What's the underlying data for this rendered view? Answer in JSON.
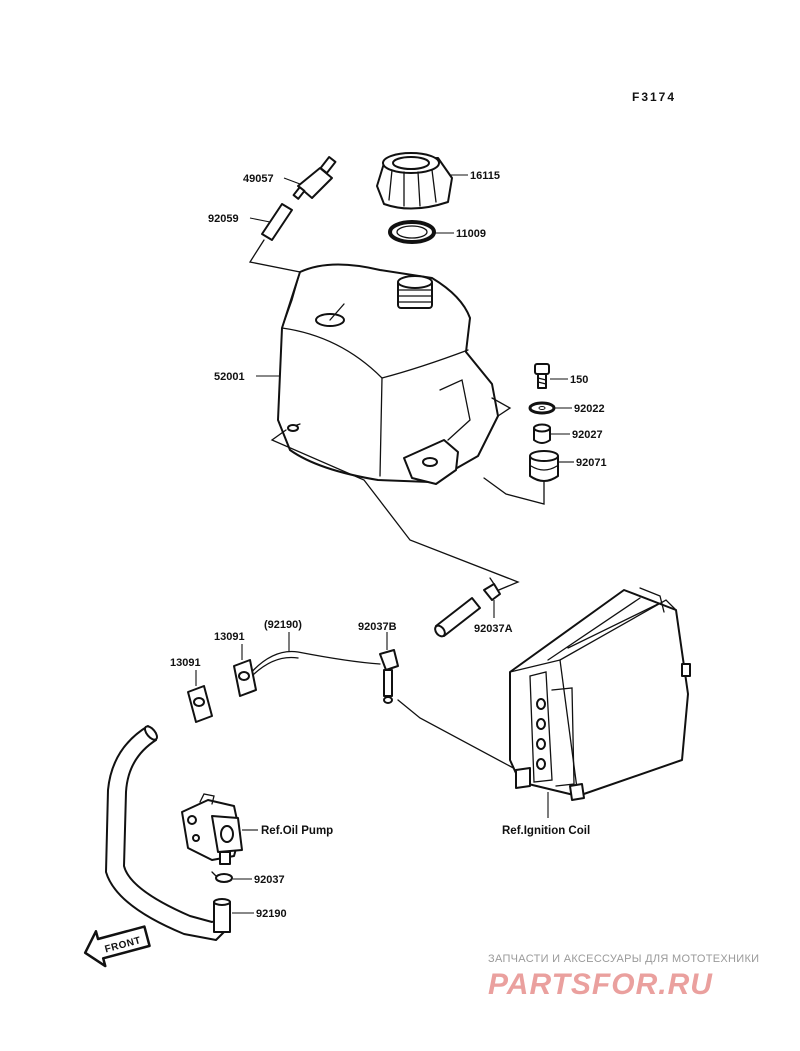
{
  "figure_code": "F3174",
  "parts": {
    "fuel_cap": "16115",
    "cap_gasket": "11009",
    "breather_valve": "49057",
    "breather_hose": "92059",
    "oil_tank": "52001",
    "bolt": "150",
    "washer": "92022",
    "collar": "92027",
    "damper": "92071",
    "clamp_a": "92037A",
    "clamp_b": "92037B",
    "oil_hose_upper": "(92190)",
    "grommet_1": "13091",
    "grommet_2": "13091",
    "hose_clamp": "92037",
    "oil_hose_lower": "92190"
  },
  "references": {
    "oil_pump": "Ref.Oil Pump",
    "ignition_coil": "Ref.Ignition Coil"
  },
  "direction": "FRONT",
  "watermark": {
    "tagline": "ЗАПЧАСТИ И АКСЕССУАРЫ ДЛЯ МОТОТЕХНИКИ",
    "brand": "PARTSFOR.RU"
  },
  "colors": {
    "line": "#111111",
    "watermark_gray": "#9a9a9a",
    "watermark_red": "#d9534f"
  }
}
